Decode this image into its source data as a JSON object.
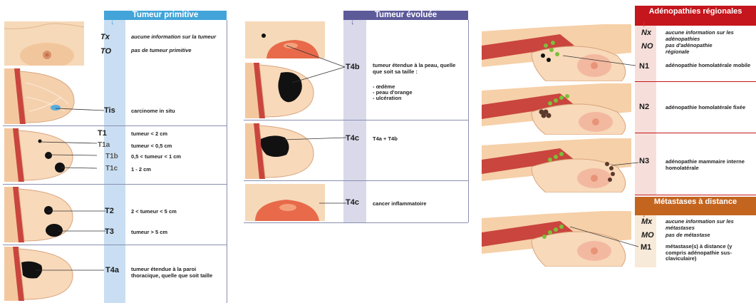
{
  "colors": {
    "band_blue": "#c9def2",
    "band_lilac": "#d9d9ea",
    "band_pink": "#f6dfdb",
    "band_cream": "#f8ead9",
    "header_blue": "#42a4d8",
    "header_purple": "#5d5a9a",
    "header_red": "#c4161c",
    "header_orange": "#c4651f",
    "skin": "#f4c89f",
    "muscle": "#c9453d",
    "tumor": "#111111"
  },
  "primitive": {
    "title": "Tumeur primitive",
    "tx_code": "Tx",
    "tx_text": "aucune information sur la tumeur",
    "t0_code": "TO",
    "t0_text": "pas de tumeur primitive",
    "tis_code": "Tis",
    "tis_text": "carcinome in situ",
    "t1_code": "T1",
    "t1_text": "tumeur < 2 cm",
    "t1a_code": "T1a",
    "t1a_text": "tumeur < 0,5 cm",
    "t1b_code": "T1b",
    "t1b_text": "0,5 < tumeur < 1 cm",
    "t1c_code": "T1c",
    "t1c_text": "1 - 2 cm",
    "t2_code": "T2",
    "t2_text": "2 < tumeur < 5 cm",
    "t3_code": "T3",
    "t3_text": "tumeur > 5 cm",
    "t4a_code": "T4a",
    "t4a_text": "tumeur étendue à la paroi thoracique, quelle que soit taille"
  },
  "evolved": {
    "title": "Tumeur évoluée",
    "t4b_code": "T4b",
    "t4b_text": "tumeur étendue à la peau, quelle que soit sa taille :",
    "t4b_items": [
      "- œdème",
      "- peau d'orange",
      "- ulcération"
    ],
    "t4c1_code": "T4c",
    "t4c1_text": "T4a + T4b",
    "t4c2_code": "T4c",
    "t4c2_text": "cancer inflammatoire"
  },
  "nodes": {
    "title": "Adénopathies régionales",
    "nx_code": "Nx",
    "nx_text": "aucune information sur les adénopathies",
    "n0_code": "NO",
    "n0_text": "pas d'adénopathie régionale",
    "n1_code": "N1",
    "n1_text": "adénopathie homolatérale mobile",
    "n2_code": "N2",
    "n2_text": "adénopathie homolatérale fixée",
    "n3_code": "N3",
    "n3_text": "adénopathie mammaire interne homolatérale"
  },
  "metastases": {
    "title": "Métastases à distance",
    "mx_code": "Mx",
    "mx_text": "aucune information sur les métastases",
    "m0_code": "MO",
    "m0_text": "pas de métastase",
    "m1_code": "M1",
    "m1_text": "métastase(s) à distance (y compris adénopathie sus-claviculaire)"
  },
  "icons": [
    "down-arrow-icon",
    "breast-front-illustration",
    "breast-side-illustration",
    "thorax-lymph-illustration"
  ]
}
